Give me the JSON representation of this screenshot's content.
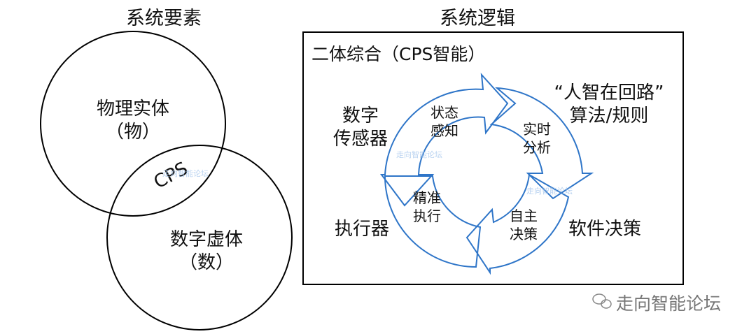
{
  "left": {
    "title": "系统要素",
    "circle_top": {
      "line1": "物理实体",
      "line2": "（物）"
    },
    "circle_bottom": {
      "line1": "数字虚体",
      "line2": "（数）"
    },
    "overlap_label": "CPS"
  },
  "right": {
    "title": "系统逻辑",
    "box_title": "二体综合（CPS智能）",
    "sensor": {
      "line1": "数字",
      "line2": "传感器"
    },
    "algo": {
      "line1": "“人智在回路”",
      "line2": "算法/规则"
    },
    "actuator": "执行器",
    "software": "软件决策",
    "steps": {
      "perceive": {
        "line1": "状态",
        "line2": "感知"
      },
      "analyze": {
        "line1": "实时",
        "line2": "分析"
      },
      "decide": {
        "line1": "自主",
        "line2": "决策"
      },
      "execute": {
        "line1": "精准",
        "line2": "执行"
      }
    }
  },
  "watermark": {
    "text": "走向智能论坛",
    "brand": "走向智能论坛"
  },
  "colors": {
    "arrow": "#2e75c8",
    "line": "#000000"
  }
}
